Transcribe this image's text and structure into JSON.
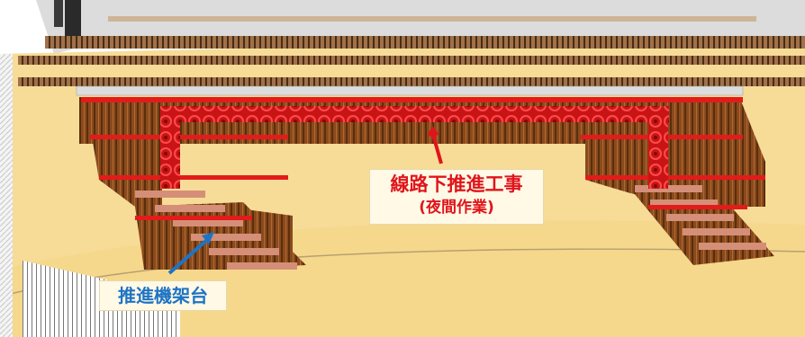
{
  "annotations": {
    "main_line1": "線路下推進工事",
    "main_line2": "(夜間作業)",
    "jack_stand": "推進機架台"
  },
  "colors": {
    "red_label": "#e0141b",
    "blue_label": "#1e74c4",
    "sheet_pile": "#8a4a1c",
    "steel_frame": "#e31b1b",
    "ground": "#f7dc98"
  }
}
